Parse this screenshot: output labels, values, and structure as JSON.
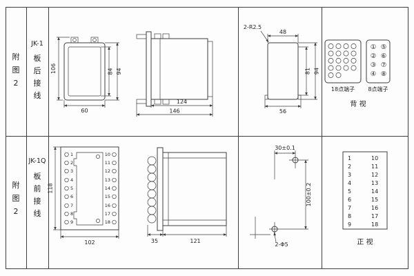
{
  "top": {
    "fig": {
      "l1": "附",
      "l2": "图",
      "l3": "2"
    },
    "model": {
      "name": "JK-1",
      "c1": "板",
      "c2": "后",
      "c3": "接",
      "c4": "线"
    },
    "front_view": {
      "dim_height": "106",
      "dim_inner_height": "84",
      "dim_case_height": "94",
      "dim_width": "60"
    },
    "side_view": {
      "dim_body": "124",
      "dim_total": "146"
    },
    "cutout_view": {
      "radius_label": "2-R2.5",
      "dim_top": "48",
      "dim_inner": "81",
      "dim_outer": "94",
      "dim_bottom": "56"
    },
    "terminal_view": {
      "t18_label": "18点端子",
      "t8_label": "8点端子",
      "view_label": "背  视",
      "t8": {
        "r1a": "①",
        "r1b": "⑤",
        "r2a": "②",
        "r2b": "⑥",
        "r3a": "③",
        "r3b": "⑦",
        "r4a": "④",
        "r4b": "⑧"
      }
    }
  },
  "bottom": {
    "fig": {
      "l1": "附",
      "l2": "图",
      "l3": "2"
    },
    "model": {
      "name": "JK-1Q",
      "c1": "板",
      "c2": "前",
      "c3": "接",
      "c4": "线"
    },
    "front_view": {
      "dim_height": "118",
      "dim_width": "102",
      "left": [
        "1",
        "2",
        "3",
        "4",
        "5",
        "6",
        "7",
        "8",
        "9"
      ],
      "right": [
        "10",
        "11",
        "12",
        "13",
        "14",
        "15",
        "16",
        "17",
        "18"
      ]
    },
    "side_view": {
      "dim_terminal": "35",
      "dim_body": "121"
    },
    "drill_view": {
      "dim_h": "30±0.1",
      "dim_v": "100±0.2",
      "hole_label": "2-Φ5"
    },
    "table": {
      "left": [
        "1",
        "2",
        "3",
        "4",
        "5",
        "6",
        "7",
        "8",
        "9"
      ],
      "right": [
        "10",
        "11",
        "12",
        "13",
        "14",
        "15",
        "16",
        "17",
        "18"
      ],
      "view_label": "正  视"
    }
  }
}
